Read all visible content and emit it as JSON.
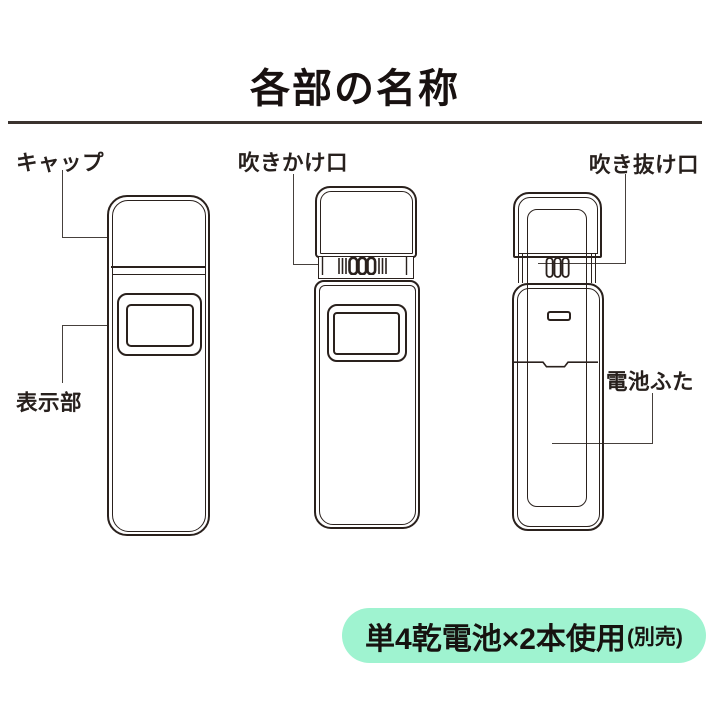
{
  "title": "各部の名称",
  "labels": {
    "cap": "キャップ",
    "blow_inlet": "吹きかけ口",
    "blow_outlet": "吹き抜け口",
    "display": "表示部",
    "battery_cover": "電池ふた"
  },
  "caption": {
    "main": "単4乾電池×2本使用",
    "note": "(別売)"
  },
  "colors": {
    "ink": "#2a211d",
    "leader": "#46403c",
    "caption_bg": "#9ff3d0"
  }
}
